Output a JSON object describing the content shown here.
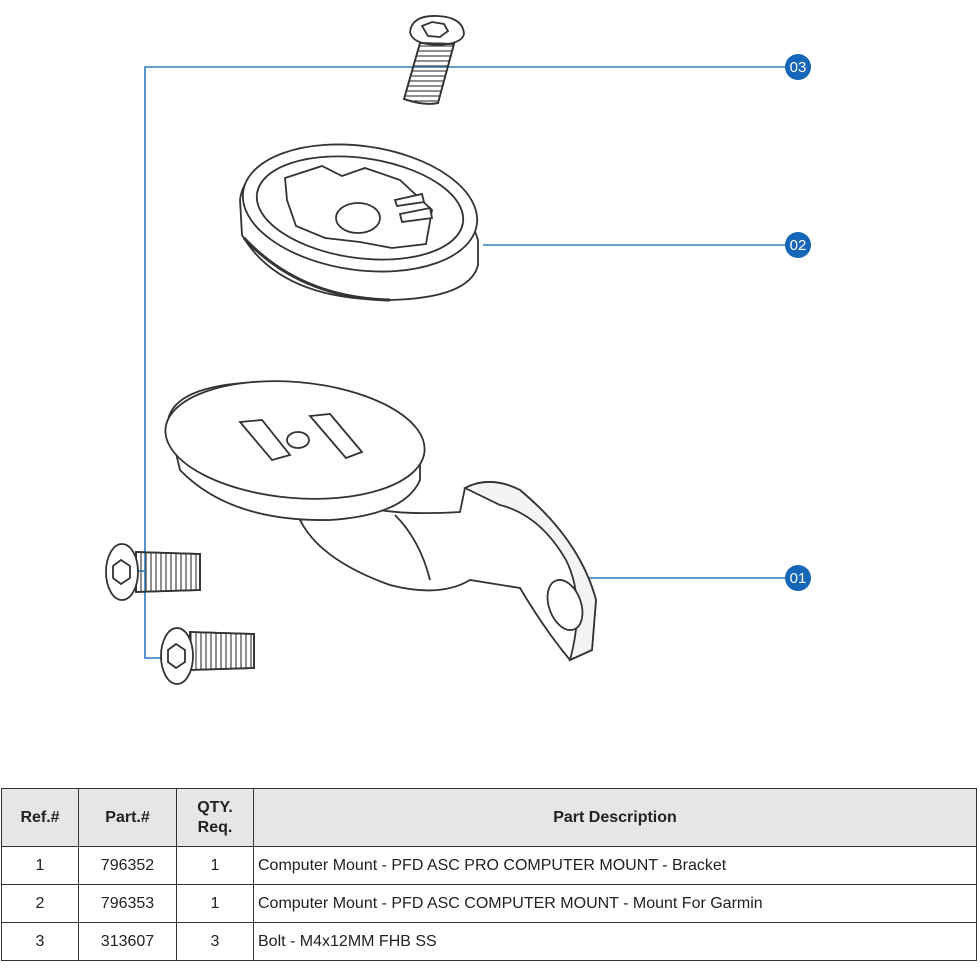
{
  "callouts": [
    {
      "id": "callout-03",
      "label": "03"
    },
    {
      "id": "callout-02",
      "label": "02"
    },
    {
      "id": "callout-01",
      "label": "01"
    }
  ],
  "colors": {
    "leader": "#2b7bc0",
    "badge": "#1565b8",
    "line_art": "#333333"
  },
  "table": {
    "headers": [
      "Ref.#",
      "Part.#",
      "QTY.\nReq.",
      "Part Description"
    ],
    "header_qty_line1": "QTY.",
    "header_qty_line2": "Req.",
    "rows": [
      {
        "ref": "1",
        "part": "796352",
        "qty": "1",
        "description": "Computer Mount - PFD ASC PRO COMPUTER MOUNT - Bracket"
      },
      {
        "ref": "2",
        "part": "796353",
        "qty": "1",
        "description": "Computer Mount - PFD ASC COMPUTER MOUNT - Mount For Garmin"
      },
      {
        "ref": "3",
        "part": "313607",
        "qty": "3",
        "description": "Bolt - M4x12MM FHB SS"
      }
    ]
  }
}
